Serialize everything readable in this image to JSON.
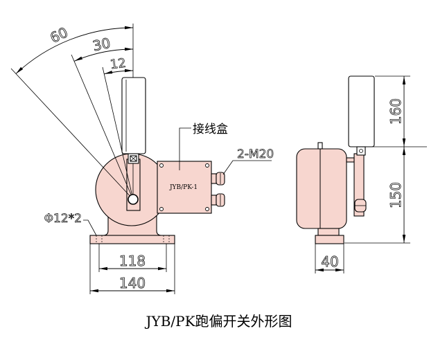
{
  "drawing_title": "JYB/PK跑偏开关外形图",
  "colors": {
    "body_fill": "#f7d6cf",
    "line": "#000000",
    "background": "#ffffff"
  },
  "front_view": {
    "swing_angles": [
      "60",
      "30",
      "12"
    ],
    "junction_box_callout": "接线盒",
    "junction_box_nameplate": "JYB/PK-1",
    "cable_gland_callout": "2-M20",
    "mounting_hole_callout": "Φ12*2",
    "hole_spacing": "118",
    "base_width": "140"
  },
  "side_view": {
    "roller_height": "160",
    "body_height": "150",
    "base_depth": "40"
  }
}
